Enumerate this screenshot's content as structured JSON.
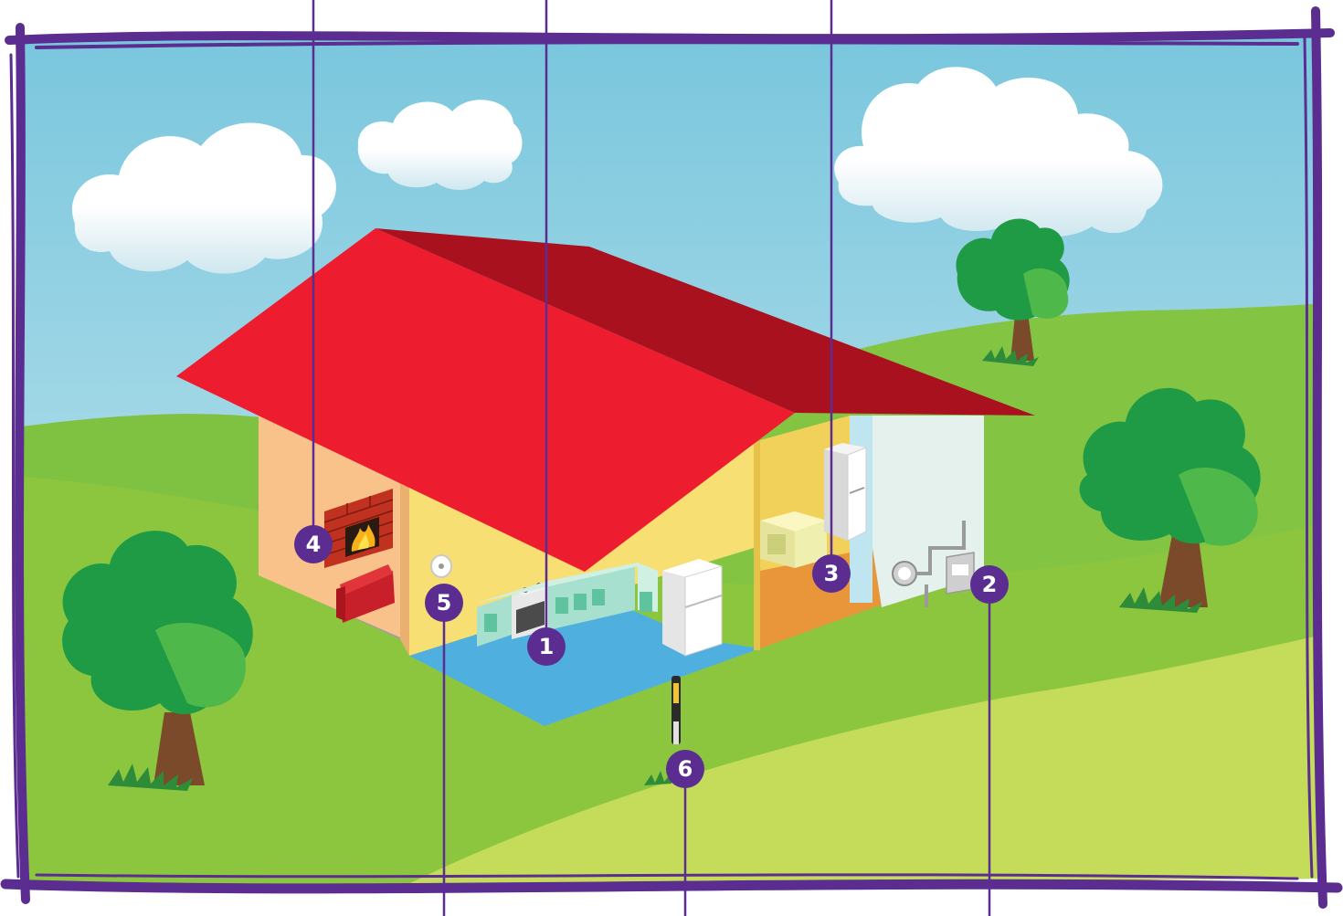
{
  "markers": [
    {
      "id": "kitchen-stove",
      "number": "1",
      "icon": "stove-icon"
    },
    {
      "id": "gas-meter",
      "number": "2",
      "icon": "gas-meter-icon"
    },
    {
      "id": "water-heater-furnace",
      "number": "3",
      "icon": "water-heater-icon"
    },
    {
      "id": "fireplace",
      "number": "4",
      "icon": "fireplace-icon"
    },
    {
      "id": "co-detector",
      "number": "5",
      "icon": "detector-icon"
    },
    {
      "id": "gas-line-flag",
      "number": "6",
      "icon": "flag-marker-icon"
    }
  ],
  "colors": {
    "frame": "#5b2d91",
    "sky_top": "#7cc7dd",
    "sky_bottom": "#cdeaf1",
    "roof_front": "#e8202e",
    "roof_side": "#a8101e",
    "wall_front": "#f7df73",
    "wall_left": "#f9c28a",
    "floor_kitchen": "#4fb0df",
    "grass": "#8cc63f",
    "grass_light": "#c5db5a",
    "tree_leaf": "#1e9a45",
    "marker_fill": "#5b2d91"
  }
}
